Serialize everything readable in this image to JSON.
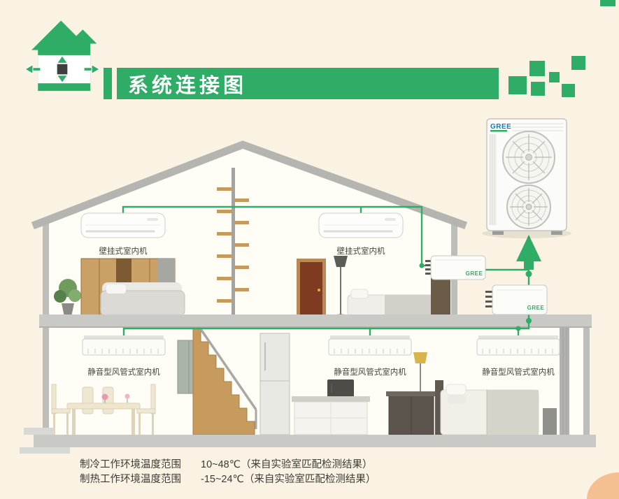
{
  "page": {
    "background": "#faf3e3",
    "accent_green": "#2fac66"
  },
  "header": {
    "title": "系统连接图"
  },
  "diagram": {
    "brand": "GREE",
    "units": {
      "wall_left": "壁挂式室内机",
      "wall_right": "壁挂式室内机",
      "duct_left": "静音型风管式室内机",
      "duct_mid": "静音型风管式室内机",
      "duct_right": "静音型风管式室内机"
    }
  },
  "footer": {
    "lines": [
      {
        "label": "制冷工作环境温度范围",
        "value": "10~48℃（来自实验室匹配检测结果）"
      },
      {
        "label": "制热工作环境温度范围",
        "value": "-15~24℃（来自实验室匹配检测结果）"
      }
    ]
  }
}
